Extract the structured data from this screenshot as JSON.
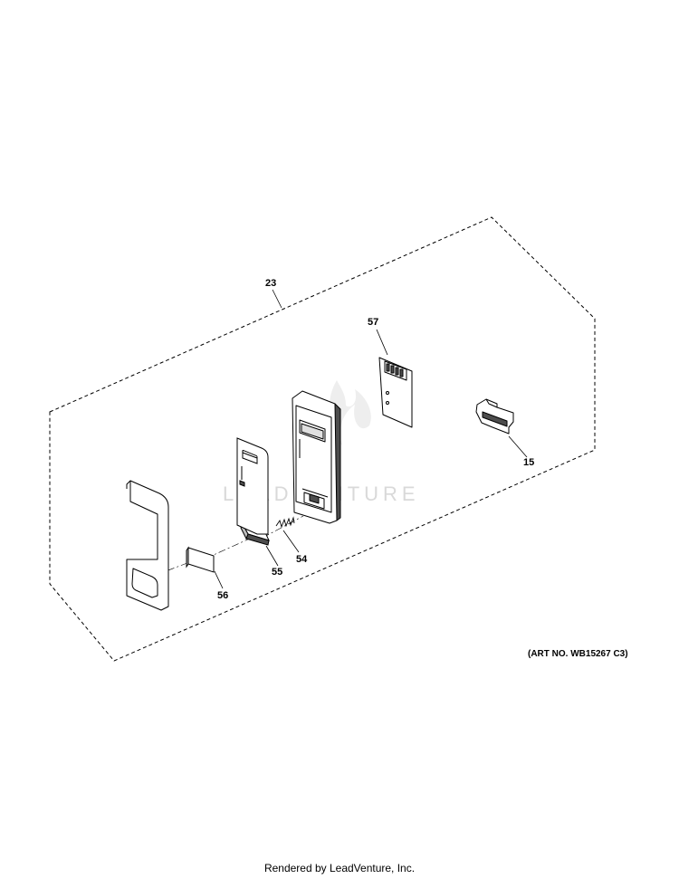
{
  "callouts": {
    "c23": "23",
    "c57": "57",
    "c15": "15",
    "c54": "54",
    "c55": "55",
    "c56": "56"
  },
  "art_number": "(ART NO. WB15267 C3)",
  "footer": "Rendered by LeadVenture, Inc.",
  "watermark": {
    "text": "LEADVENTURE",
    "logo": "flame-shield-logo"
  },
  "colors": {
    "line": "#000000",
    "part_fill": "#ffffff",
    "part_shade": "#bdbdbd",
    "watermark": "#d9d9d9"
  }
}
